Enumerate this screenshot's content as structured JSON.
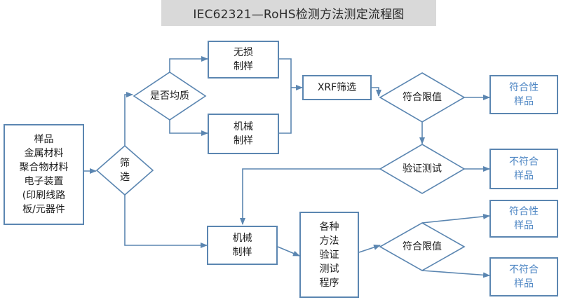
{
  "title": "IEC62321—RoHS检测方法测定流程图",
  "sample": [
    "样品",
    "金属材料",
    "聚合物材料",
    "电子装置",
    "(印刷线路",
    "板/元器件"
  ],
  "screen": [
    "筛",
    "选"
  ],
  "homogeneous": "是否均质",
  "nondestructive": [
    "无损",
    "制样"
  ],
  "mechanical_top": [
    "机械",
    "制样"
  ],
  "xrf": "XRF筛选",
  "limit_top": "符合限值",
  "pass_top": [
    "符合性",
    "样品"
  ],
  "verify": "验证测试",
  "fail_mid": [
    "不符合",
    "样品"
  ],
  "mechanical_bottom": [
    "机械",
    "制样"
  ],
  "methods": [
    "各种",
    "方法",
    "验证",
    "测试",
    "程序"
  ],
  "limit_bottom": "符合限值",
  "pass_bottom": [
    "符合性",
    "样品"
  ],
  "fail_bottom": [
    "不符合",
    "样品"
  ],
  "colors": {
    "stroke": "#5b86b1",
    "result_text": "#4f87c4",
    "title_bg": "#d9d9d9"
  }
}
